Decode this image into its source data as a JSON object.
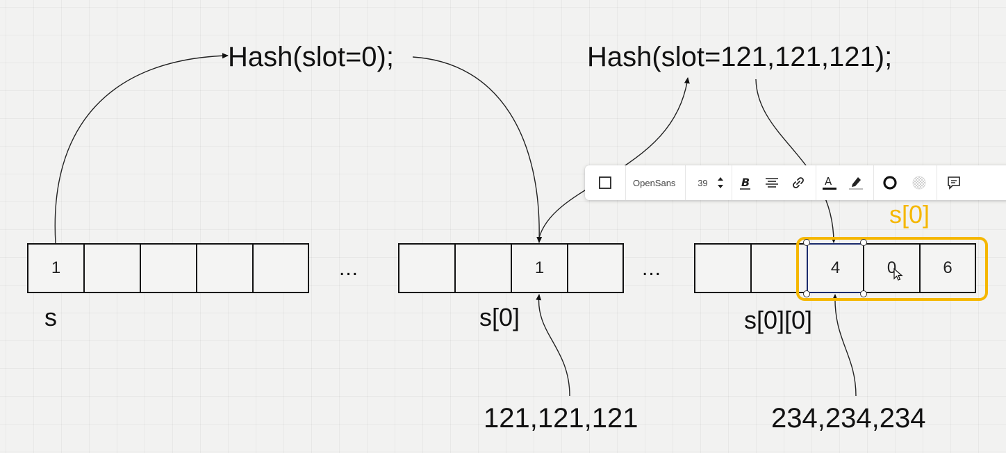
{
  "labels": {
    "hash_left": "Hash(slot=0);",
    "hash_right": "Hash(slot=121,121,121);",
    "s": "s",
    "s0_middle": "s[0]",
    "s0_right": "s[0][0]",
    "s0_selected": "s[0]",
    "value_middle": "121,121,121",
    "value_right": "234,234,234",
    "ellipsis_1": "...",
    "ellipsis_2": "..."
  },
  "arrays": {
    "left": [
      "1",
      "",
      "",
      "",
      ""
    ],
    "middle": [
      "",
      "",
      "1",
      ""
    ],
    "right_plain": [
      "",
      ""
    ],
    "right_selected": [
      "4",
      "0",
      "6"
    ]
  },
  "toolbar": {
    "font_name": "OpenSans",
    "font_size": "39",
    "icons": [
      "shape-square-icon",
      "bold-icon",
      "align-icon",
      "link-icon",
      "text-color-icon",
      "highlighter-icon",
      "border-circle-icon",
      "fill-transparent-icon",
      "comment-icon"
    ]
  },
  "colors": {
    "selection": "#f5b700",
    "canvas": "#f2f2f1",
    "ink": "#111111"
  }
}
